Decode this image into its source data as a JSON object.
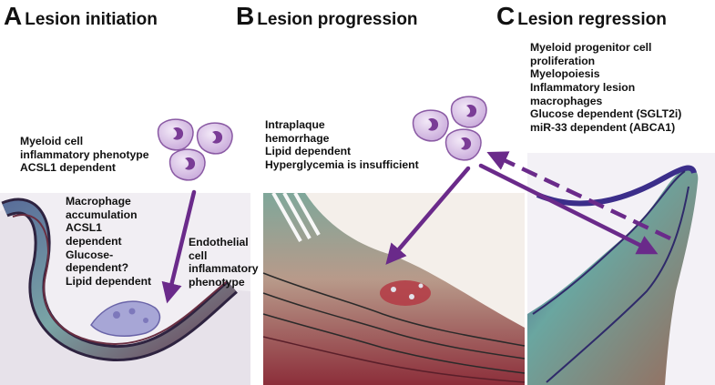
{
  "panels": [
    {
      "letter": "A",
      "title": "Lesion initiation"
    },
    {
      "letter": "B",
      "title": "Lesion progression"
    },
    {
      "letter": "C",
      "title": "Lesion regression"
    }
  ],
  "notes": {
    "a_myeloid": [
      "Myeloid cell",
      "inflammatory phenotype",
      "ACSL1 dependent"
    ],
    "a_macrophage": [
      "Macrophage",
      "accumulation",
      "ACSL1",
      "dependent",
      "Glucose-",
      "dependent?",
      "Lipid dependent"
    ],
    "a_endothelial": [
      "Endothelial",
      "cell",
      "inflammatory",
      "phenotype"
    ],
    "b_progression": [
      "Intraplaque",
      "hemorrhage",
      "Lipid dependent",
      "Hyperglycemia is insufficient"
    ],
    "c_regression": [
      "Myeloid progenitor cell",
      "proliferation",
      "Myelopoiesis",
      "Inflammatory lesion",
      "macrophages",
      "Glucose dependent (SGLT2i)",
      "miR-33 dependent (ABCA1)"
    ]
  },
  "colors": {
    "arrow": "#6a2a8a",
    "cell_fill": "#d7c0e3",
    "cell_nucleus": "#7a3c96",
    "cell_stroke": "#8a5aa4",
    "text": "#111111"
  }
}
